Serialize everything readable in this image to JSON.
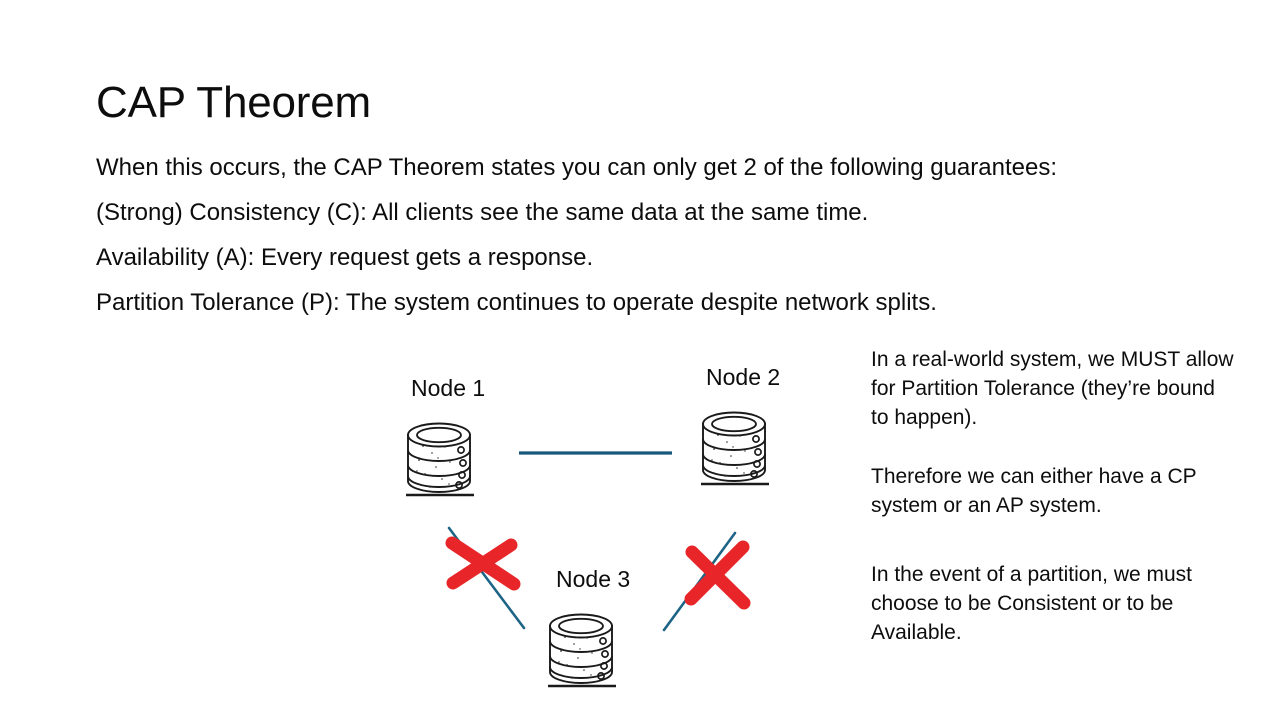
{
  "slide": {
    "title": "CAP Theorem",
    "background_color": "#ffffff",
    "text_color": "#0d0d0d",
    "accent_line_color": "#17597d",
    "cross_color": "#e8262a",
    "body_lines": [
      "When this occurs, the CAP Theorem states you can only get 2 of the following guarantees:",
      "(Strong) Consistency (C): All clients see the same data at the same time.",
      "Availability (A): Every request gets a response.",
      "Partition Tolerance (P): The system continues to operate despite network splits."
    ]
  },
  "diagram": {
    "nodes": [
      {
        "label": "Node 1",
        "icon": "database-stack-icon"
      },
      {
        "label": "Node 2",
        "icon": "database-stack-icon"
      },
      {
        "label": "Node 3",
        "icon": "database-stack-icon"
      }
    ],
    "links": [
      {
        "from": "Node 1",
        "to": "Node 2",
        "state": "connected"
      },
      {
        "from": "Node 1",
        "to": "Node 3",
        "state": "broken"
      },
      {
        "from": "Node 2",
        "to": "Node 3",
        "state": "broken"
      }
    ],
    "break_marker": "red-x-icon"
  },
  "notes": {
    "paragraphs": [
      "In a real-world system, we MUST allow for Partition Tolerance (they’re bound to happen).",
      "Therefore we can either have a CP system or an AP system.",
      "In the event of a partition, we must choose to be Consistent or to be Available."
    ]
  }
}
